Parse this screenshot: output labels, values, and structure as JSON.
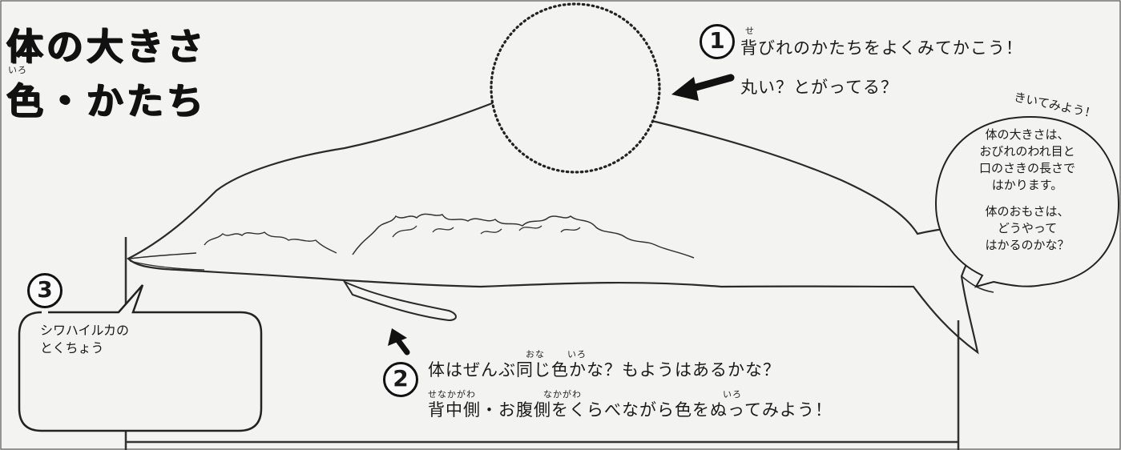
{
  "title": {
    "line1": "体の大きさ",
    "line2": "色・かたち",
    "line2_ruby": "いろ"
  },
  "step1": {
    "number": "①",
    "ruby_se": "せ",
    "line1": "背びれのかたちをよくみてかこう！",
    "line2": "丸い？とがってる？"
  },
  "step2": {
    "number": "②",
    "ruby_onaji": "おな",
    "ruby_iro1": "いろ",
    "line1": "体はぜんぶ同じ色かな？もようはあるかな？",
    "ruby_senakagawa": "せなかがわ",
    "ruby_nakagawa": "なかがわ",
    "ruby_iro2": "いろ",
    "line2": "背中側・お腹側をくらべながら色をぬってみよう！"
  },
  "step3": {
    "number": "③",
    "label_line1": "シワハイルカの",
    "label_line2": "とくちょう"
  },
  "bubble": {
    "heading": "きいてみよう！",
    "para1": [
      "体の大きさは、",
      "おびれのわれ目と",
      "口のさきの長さで",
      "はかります。"
    ],
    "para2": [
      "体のおもさは、",
      "どうやって",
      "はかるのかな？"
    ]
  },
  "colors": {
    "ink": "#1a1a1a",
    "paper": "#f3f3f1"
  }
}
